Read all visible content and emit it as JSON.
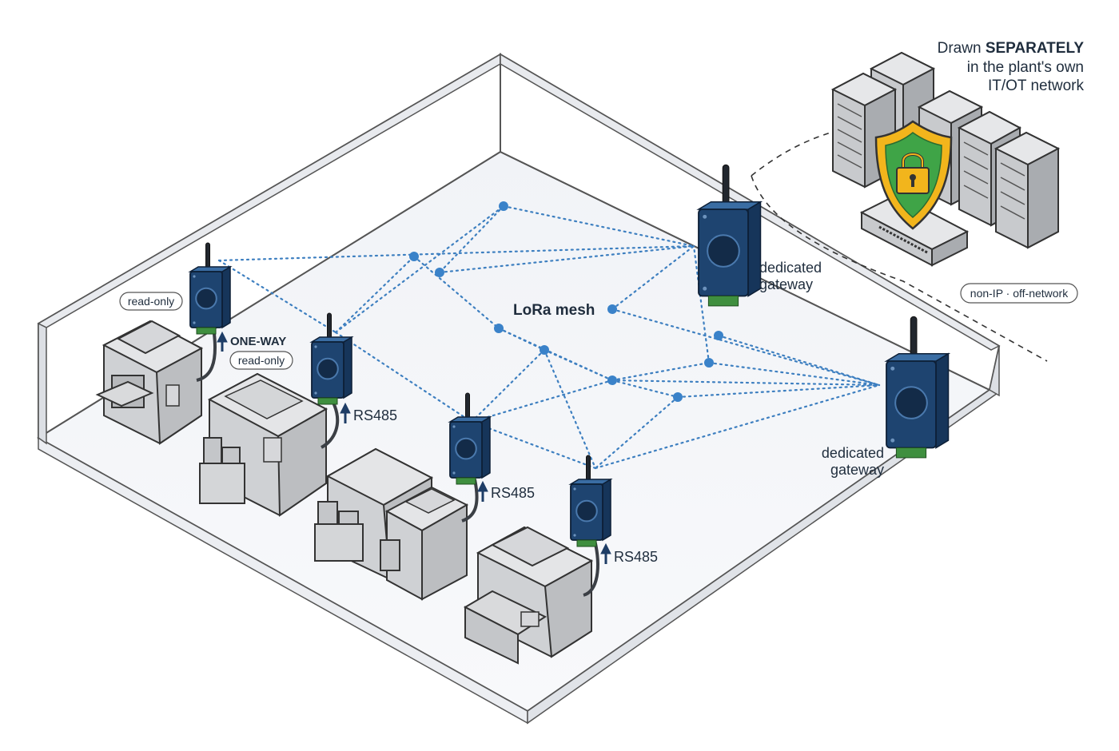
{
  "colors": {
    "mesh_link": "#3d7fc0",
    "mesh_node": "#3a82c9",
    "device_body": "#1e4470",
    "device_face": "#2b5a8c",
    "machine": "#d9d9d9",
    "floor": "#f4f6f9",
    "shield": "#f2b51c",
    "shield_inner": "#3fa447"
  },
  "labels": {
    "mesh": "LoRa mesh",
    "gateway_top": [
      "dedicated",
      "gateway"
    ],
    "gateway_right": [
      "dedicated",
      "gateway"
    ],
    "it_note": {
      "line1_prefix": "Drawn ",
      "line1_bold": "SEPARATELY",
      "line2": "in the plant's own",
      "line3": "IT/OT network"
    },
    "pill_non_ip": "non-IP · off-network",
    "pill_read_only_1": "read-only",
    "pill_read_only_2": "read-only",
    "one_way": "ONE-WAY",
    "rs485_a": "RS485",
    "rs485_b": "RS485",
    "rs485_c": "RS485"
  },
  "icons": {
    "sensor": "wireless-sensor-icon",
    "gateway": "gateway-icon",
    "server": "server-rack-icon",
    "switch": "network-switch-icon",
    "lock": "padlock-shield-icon",
    "machine": "industrial-machine-icon"
  }
}
